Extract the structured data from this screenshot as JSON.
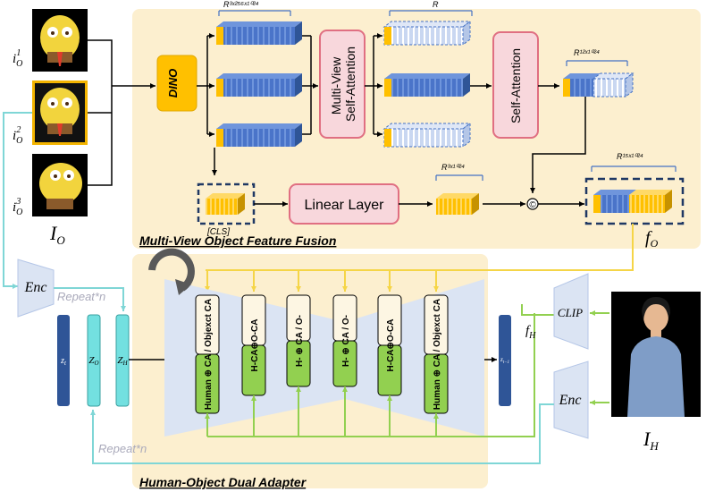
{
  "labels": {
    "dino": "DINO",
    "mv_attention": "Multi-View Self-Attention",
    "self_attention": "Self-Attention",
    "linear_layer": "Linear Layer",
    "cls": "[CLS]",
    "r_top_1": "R³ˣ²⁵⁶ˣ¹⁰²⁴",
    "r_top_2": "R",
    "r_12": "R¹²ˣ¹⁰²⁴",
    "r_3": "R³ˣ¹⁰²⁴",
    "r_15": "R¹⁵ˣ¹⁰²⁴",
    "concat": "©",
    "io_1": "i",
    "io_1_sub": "O",
    "io_1_sup": "1",
    "io_2": "i",
    "io_2_sub": "O",
    "io_2_sup": "2",
    "io_3": "i",
    "io_3_sub": "O",
    "io_3_sup": "3",
    "big_io": "I",
    "big_io_sub": "O",
    "fo": "f",
    "fo_sub": "O",
    "section_top": "Multi-View Object Feature Fusion",
    "section_bottom": "Human-Object Dual Adapter",
    "enc_left": "Enc",
    "enc_right": "Enc",
    "clip": "CLIP",
    "repeat_top": "Repeat*n",
    "repeat_bottom": "Repeat*n",
    "zt": "z",
    "zt_sub": "t",
    "zo": "Z",
    "zo_sub": "O",
    "zh": "Z",
    "zh_sub": "H",
    "zt1": "z",
    "zt1_sub": "t−1",
    "fh": "f",
    "fh_sub": "H",
    "ih": "I",
    "ih_sub": "H"
  },
  "adapters": [
    {
      "top": "Objexct CA",
      "bottom": "Human ⊕ CA"
    },
    {
      "top": "",
      "bottom": "H-CA⊕O-CA"
    },
    {
      "top": "O-",
      "bottom": "H- ⊕ CA"
    },
    {
      "top": "O-",
      "bottom": "H- ⊕ CA"
    },
    {
      "top": "",
      "bottom": "H-CA⊕O-CA"
    },
    {
      "top": "Objexct CA",
      "bottom": "Human ⊕ CA"
    }
  ],
  "colors": {
    "panel_bg": "#fcefcf",
    "blue": "#4472c4",
    "yellow": "#ffc000",
    "pink_fill": "#f8d7dc",
    "pink_stroke": "#e06f82",
    "green": "#92d050",
    "teal": "#73e0e0",
    "unet": "#dbe4f3",
    "arrow_yellow": "#f5d547"
  }
}
